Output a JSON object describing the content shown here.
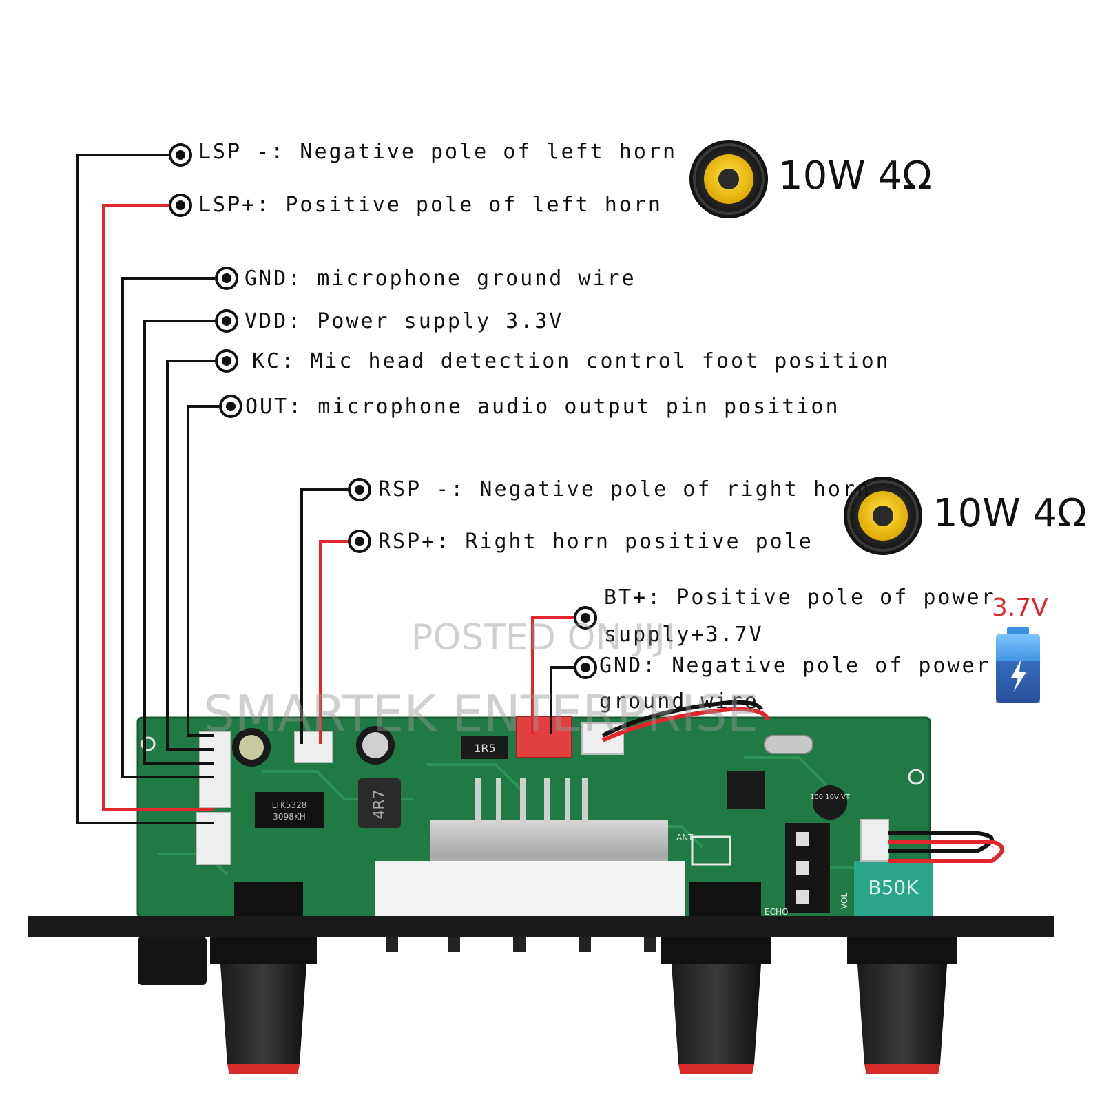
{
  "labels": {
    "lsp_neg": "LSP -: Negative pole of left horn",
    "lsp_pos": "LSP+: Positive pole of left horn",
    "gnd_mic": "GND: microphone ground wire",
    "vdd": "VDD: Power supply 3.3V",
    "kc": "KC: Mic head detection control foot position",
    "out": "OUT: microphone audio output pin position",
    "rsp_neg": "RSP -: Negative pole of right horn",
    "rsp_pos": "RSP+: Right horn positive pole",
    "bt_pos_1": "BT+: Positive pole of power",
    "bt_pos_2": "supply+3.7V",
    "gnd_pwr_1": "GND: Negative pole of power",
    "gnd_pwr_2": "ground wire"
  },
  "speakers": {
    "left": "10W 4Ω",
    "right": "10W 4Ω"
  },
  "battery": {
    "voltage": "3.7V"
  },
  "pcb": {
    "inductor": "4R7",
    "resistor": "1R5",
    "pot": "B50K",
    "ic": "LTK5328",
    "ic_code": "3098KH",
    "cap": "100 10V VT",
    "ant": "ANT",
    "vol": "VOL",
    "echo": "ECHO"
  },
  "watermark": {
    "line1": "POSTED ON JIJI",
    "line2": "SMARTEK ENTERPRISE"
  },
  "colors": {
    "pcb_green": "#1f7a45",
    "wire_black": "#111111",
    "wire_red": "#e3262b",
    "speaker_yellow": "#f2c500",
    "battery_blue": "#3a6fc4"
  },
  "icons": [
    "speaker-icon",
    "battery-icon",
    "pin-marker-icon"
  ]
}
